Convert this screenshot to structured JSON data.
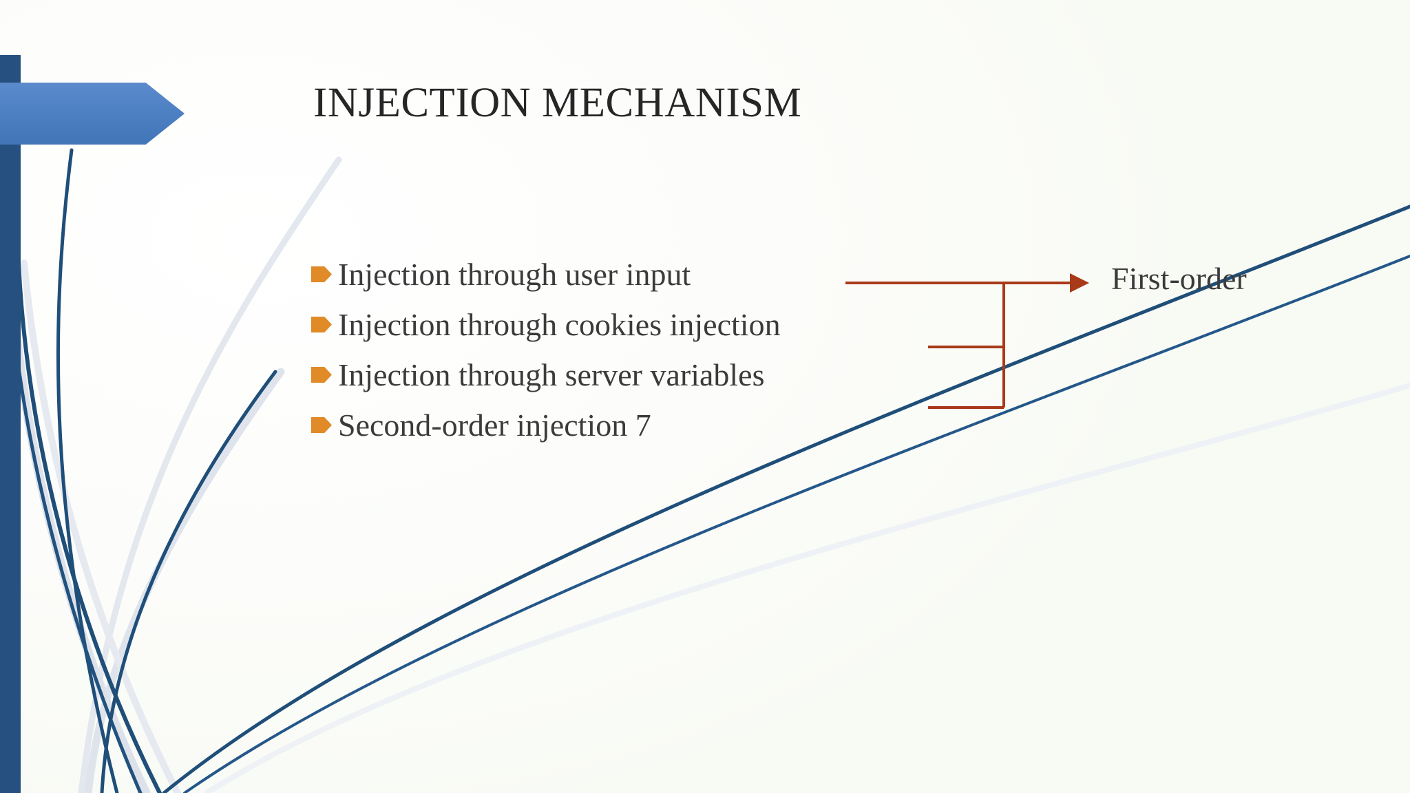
{
  "slide": {
    "title": "INJECTION MECHANISM",
    "background_color": "#fdfefb",
    "bullets": [
      {
        "text": "Injection through user input",
        "marker": "orange-arrow-bullet"
      },
      {
        "text": "Injection through cookies injection",
        "marker": "orange-arrow-bullet"
      },
      {
        "text": "Injection through server variables",
        "marker": "orange-arrow-bullet"
      },
      {
        "text": "Second-order injection 7",
        "marker": "orange-arrow-bullet"
      }
    ],
    "callout": {
      "label": "First-order",
      "connector_color": "#a83a1a",
      "connects_bullets": [
        1,
        2,
        3
      ]
    },
    "theme": {
      "accent_navy": "#26507f",
      "accent_blue": "#4e80c4",
      "bullet_orange": "#e08a28",
      "connector_red": "#a83a1a",
      "title_color": "#262626",
      "body_color": "#3b3b3b",
      "swoosh_dark": "#1f4e79",
      "swoosh_light": "#dde2ea"
    }
  }
}
